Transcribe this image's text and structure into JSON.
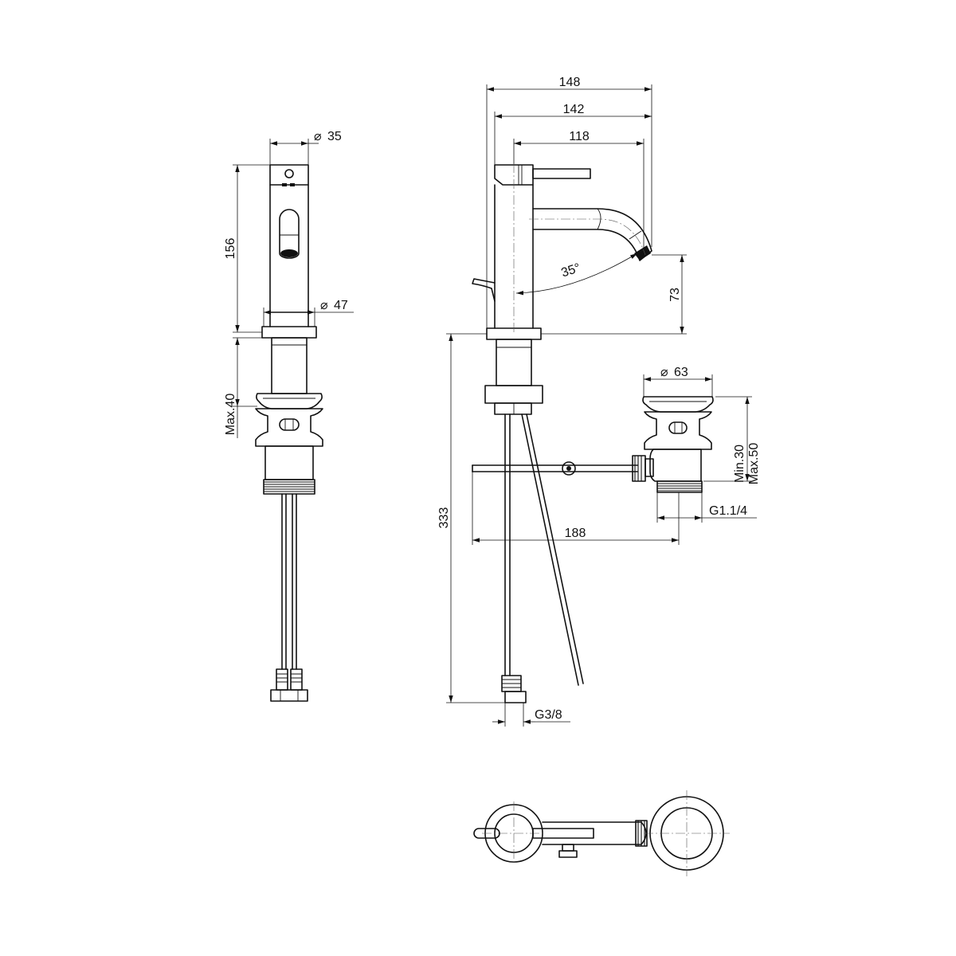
{
  "dimensions": {
    "d35": "35",
    "h156": "156",
    "d47": "47",
    "max40": "Max.40",
    "w148": "148",
    "w142": "142",
    "w118": "118",
    "angle": "35°",
    "h73": "73",
    "h333": "333",
    "d63": "63",
    "min30": "Min.30",
    "max50": "Max.50",
    "g114": "G1.1/4",
    "w188": "188",
    "g38": "G3/8"
  },
  "symbols": {
    "diameter": "⌀"
  },
  "colors": {
    "line": "#111111",
    "background": "#ffffff"
  }
}
